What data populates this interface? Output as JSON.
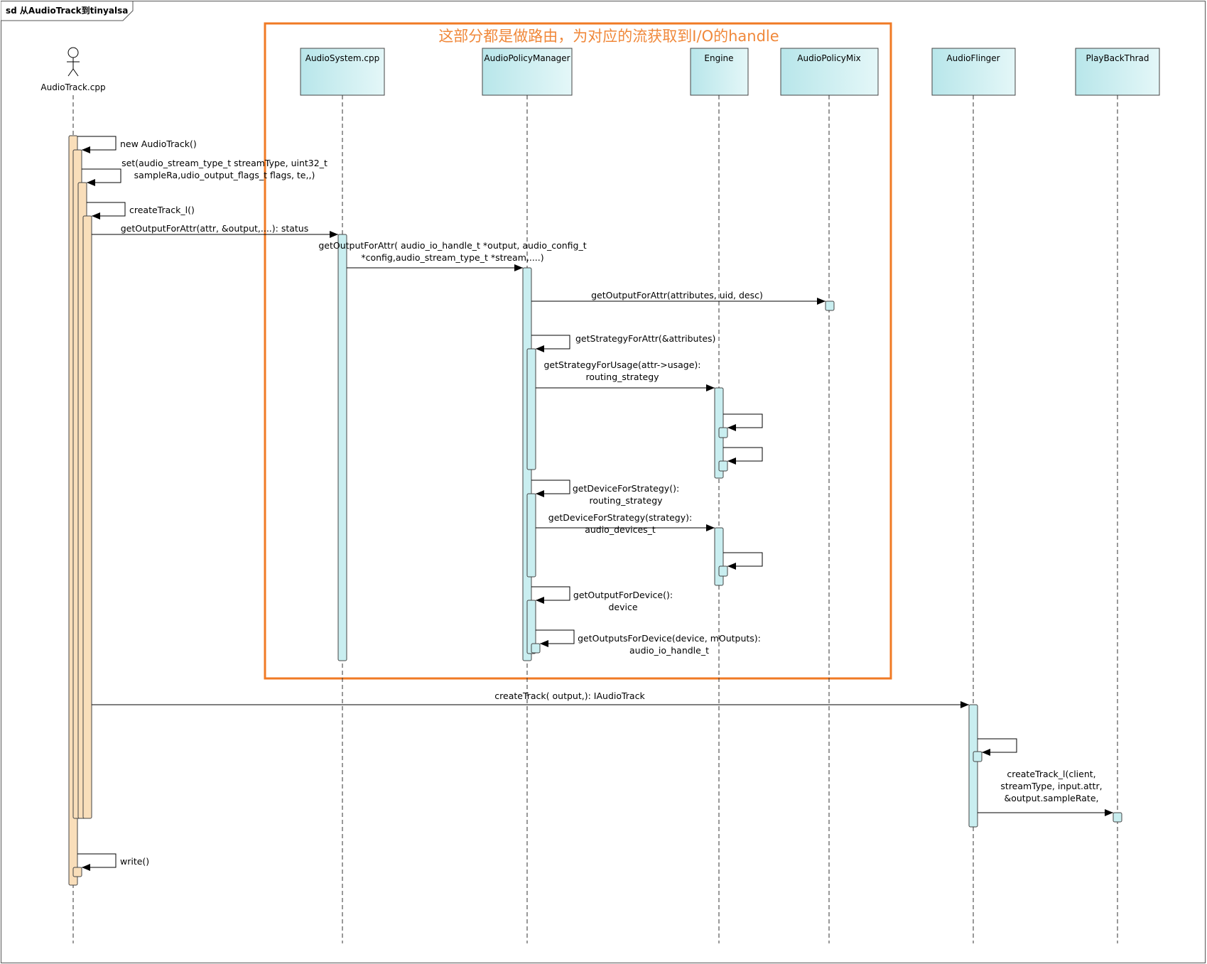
{
  "frame": {
    "title": "sd 从AudioTrack到tinyalsa"
  },
  "region": {
    "title": "这部分都是做路由，为对应的流获取到I/O的handle",
    "color": "#f07a24"
  },
  "colors": {
    "lifeline_fill": "#c8ecee",
    "actor_activation": "#f9deba",
    "activation": "#c9eef0"
  },
  "participants": [
    {
      "id": "audiotrack",
      "name": "AudioTrack.cpp",
      "kind": "actor"
    },
    {
      "id": "audiosystem",
      "name": "AudioSystem.cpp",
      "kind": "lifeline"
    },
    {
      "id": "apm",
      "name": "AudioPolicyManager",
      "kind": "lifeline"
    },
    {
      "id": "engine",
      "name": "Engine",
      "kind": "lifeline"
    },
    {
      "id": "apmix",
      "name": "AudioPolicyMix",
      "kind": "lifeline"
    },
    {
      "id": "flinger",
      "name": "AudioFlinger",
      "kind": "lifeline"
    },
    {
      "id": "playback",
      "name": "PlayBackThrad",
      "kind": "lifeline"
    }
  ],
  "messages": [
    {
      "id": "new-audiotrack",
      "from": "audiotrack",
      "to": "audiotrack",
      "lines": [
        "new AudioTrack()"
      ]
    },
    {
      "id": "set",
      "from": "audiotrack",
      "to": "audiotrack",
      "lines": [
        "set(audio_stream_type_t streamType, uint32_t",
        "sampleRa,udio_output_flags_t flags,   te,,)"
      ]
    },
    {
      "id": "create-track-l",
      "from": "audiotrack",
      "to": "audiotrack",
      "lines": [
        "createTrack_l()"
      ]
    },
    {
      "id": "get-output-for-attr-1",
      "from": "audiotrack",
      "to": "audiosystem",
      "lines": [
        "getOutputForAttr(attr, &output,....): status"
      ]
    },
    {
      "id": "get-output-for-attr-2",
      "from": "audiosystem",
      "to": "apm",
      "lines": [
        "getOutputForAttr( audio_io_handle_t *output, audio_config_t",
        "*config,audio_stream_type_t *stream,....)"
      ]
    },
    {
      "id": "get-output-for-attr-3",
      "from": "apm",
      "to": "apmix",
      "lines": [
        "getOutputForAttr(attributes, uid, desc)"
      ]
    },
    {
      "id": "get-strategy-for-attr",
      "from": "apm",
      "to": "apm",
      "lines": [
        "getStrategyForAttr(&attributes)"
      ]
    },
    {
      "id": "get-strategy-for-usage",
      "from": "apm",
      "to": "engine",
      "lines": [
        "getStrategyForUsage(attr->usage):",
        "routing_strategy"
      ]
    },
    {
      "id": "engine-self-1",
      "from": "engine",
      "to": "engine",
      "lines": []
    },
    {
      "id": "engine-self-2",
      "from": "engine",
      "to": "engine",
      "lines": []
    },
    {
      "id": "get-device-for-strategy",
      "from": "apm",
      "to": "apm",
      "lines": [
        "getDeviceForStrategy():",
        "routing_strategy"
      ]
    },
    {
      "id": "get-device-for-strategy-engine",
      "from": "apm",
      "to": "engine",
      "lines": [
        "getDeviceForStrategy(strategy):",
        "audio_devices_t"
      ]
    },
    {
      "id": "engine-self-3",
      "from": "engine",
      "to": "engine",
      "lines": []
    },
    {
      "id": "get-output-for-device",
      "from": "apm",
      "to": "apm",
      "lines": [
        "getOutputForDevice():",
        "device"
      ]
    },
    {
      "id": "get-outputs-for-device",
      "from": "apm",
      "to": "apm",
      "lines": [
        "getOutputsForDevice(device, mOutputs):",
        "audio_io_handle_t"
      ]
    },
    {
      "id": "create-track",
      "from": "audiotrack",
      "to": "flinger",
      "lines": [
        "createTrack( output,): IAudioTrack"
      ]
    },
    {
      "id": "flinger-self",
      "from": "flinger",
      "to": "flinger",
      "lines": []
    },
    {
      "id": "create-track-l-flinger",
      "from": "flinger",
      "to": "playback",
      "lines": [
        "createTrack_l(client,",
        "streamType, input.attr,",
        "&output.sampleRate,"
      ]
    },
    {
      "id": "write",
      "from": "audiotrack",
      "to": "audiotrack",
      "lines": [
        "write()"
      ]
    }
  ]
}
